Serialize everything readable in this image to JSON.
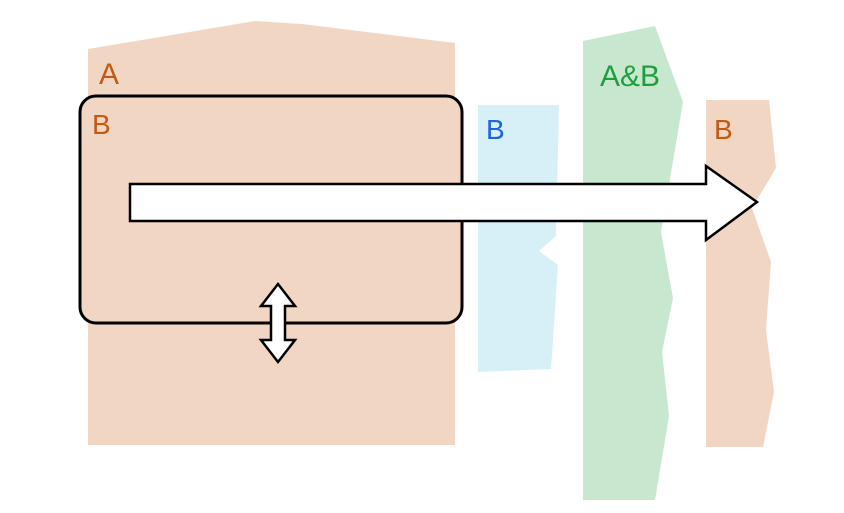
{
  "diagram": {
    "labels": {
      "region_a": "A",
      "region_b_main": "B",
      "strip_b_blue": "B",
      "strip_ab": "A&B",
      "strip_b_right": "B"
    },
    "colors": {
      "background": "#ffffff",
      "peach_fill": "#f2d6c4",
      "blue_fill": "#d7f0f7",
      "green_fill": "#c7e8ce",
      "label_orange": "#c45911",
      "label_blue": "#1b64da",
      "label_green": "#1f9e3e",
      "outline_black": "#000000",
      "arrow_fill": "#ffffff"
    }
  }
}
